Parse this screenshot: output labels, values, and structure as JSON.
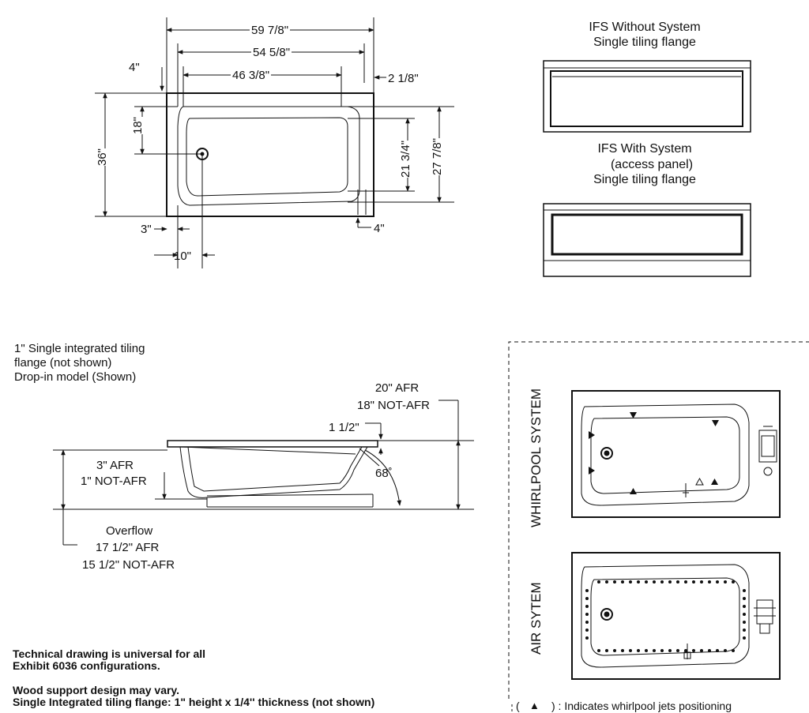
{
  "plan_dims": {
    "overall_length": "59 7/8\"",
    "inner_length": "54 5/8\"",
    "basin_length": "46 3/8\"",
    "right_offset": "2 1/8\"",
    "left_offset": "4\"",
    "drain_offset_h": "18\"",
    "overall_width": "36\"",
    "basin_width": "21 3/4\"",
    "inner_width": "27 7/8\"",
    "left_rim": "3\"",
    "drain_offset_w": "10\"",
    "right_rim": "4\""
  },
  "ifs": {
    "without_title_1": "IFS Without System",
    "without_title_2": "Single tiling flange",
    "with_title_1": "IFS With System",
    "with_title_2": "(access panel)",
    "with_title_3": "Single tiling flange"
  },
  "section": {
    "note_1": "1\" Single integrated tiling",
    "note_2": "flange (not shown)",
    "note_3": "Drop-in model (Shown)",
    "height_afr": "20\" AFR",
    "height_not_afr": "18\" NOT-AFR",
    "rim_height": "1 1/2\"",
    "angle": "68˚",
    "base_afr": "3\" AFR",
    "base_not_afr": "1\" NOT-AFR",
    "overflow_title": "Overflow",
    "overflow_afr": "17 1/2\" AFR",
    "overflow_not_afr": "15 1/2\" NOT-AFR"
  },
  "systems": {
    "whirlpool_label": "WHIRLPOOL SYSTEM",
    "air_label": "AIR SYTEM",
    "legend_open": "(",
    "legend_symbol": "▲",
    "legend_text": ") : Indicates whirlpool jets positioning"
  },
  "notes": {
    "line_1": "Technical drawing is universal for all",
    "line_2": "Exhibit 6036 configurations.",
    "line_3": "Wood support design may vary.",
    "line_4": "Single Integrated tiling flange: 1\" height x 1/4'' thickness (not shown)"
  }
}
